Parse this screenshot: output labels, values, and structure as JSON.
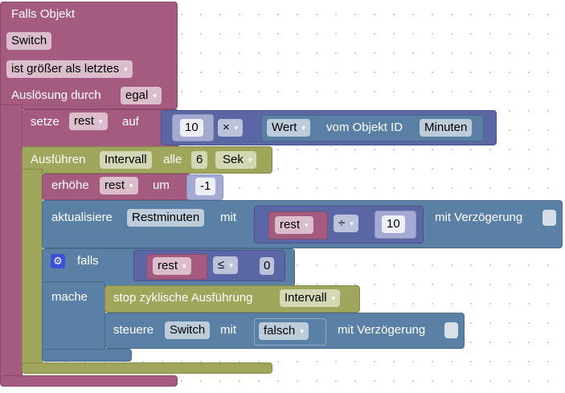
{
  "trigger": {
    "title": "Falls Objekt",
    "object": "Switch",
    "condition": "ist größer als letztes",
    "trigger_label": "Auslösung durch",
    "trigger_value": "egal"
  },
  "set_var": {
    "label": "setze",
    "variable": "rest",
    "to_label": "auf",
    "number": "10",
    "operator": "×",
    "get_value": {
      "attribute": "Wert",
      "of_label": "vom Objekt ID",
      "object": "Minuten"
    }
  },
  "interval": {
    "label": "Ausführen",
    "name": "Intervall",
    "every_label": "alle",
    "value": "6",
    "unit": "Sek"
  },
  "increment": {
    "label": "erhöhe",
    "variable": "rest",
    "by_label": "um",
    "value": "-1"
  },
  "update": {
    "label": "aktualisiere",
    "object": "Restminuten",
    "with_label": "mit",
    "variable": "rest",
    "operator": "÷",
    "number": "10",
    "delay_label": "mit Verzögerung"
  },
  "if_block": {
    "label": "falls",
    "variable": "rest",
    "operator": "≤",
    "number": "0",
    "do_label": "mache"
  },
  "stop": {
    "label": "stop zyklische Ausführung",
    "name": "Intervall"
  },
  "control": {
    "label": "steuere",
    "object": "Switch",
    "with_label": "mit",
    "value": "falsch",
    "delay_label": "mit Verzögerung"
  },
  "dropdown_arrow": "▾",
  "gear_icon": "⚙"
}
